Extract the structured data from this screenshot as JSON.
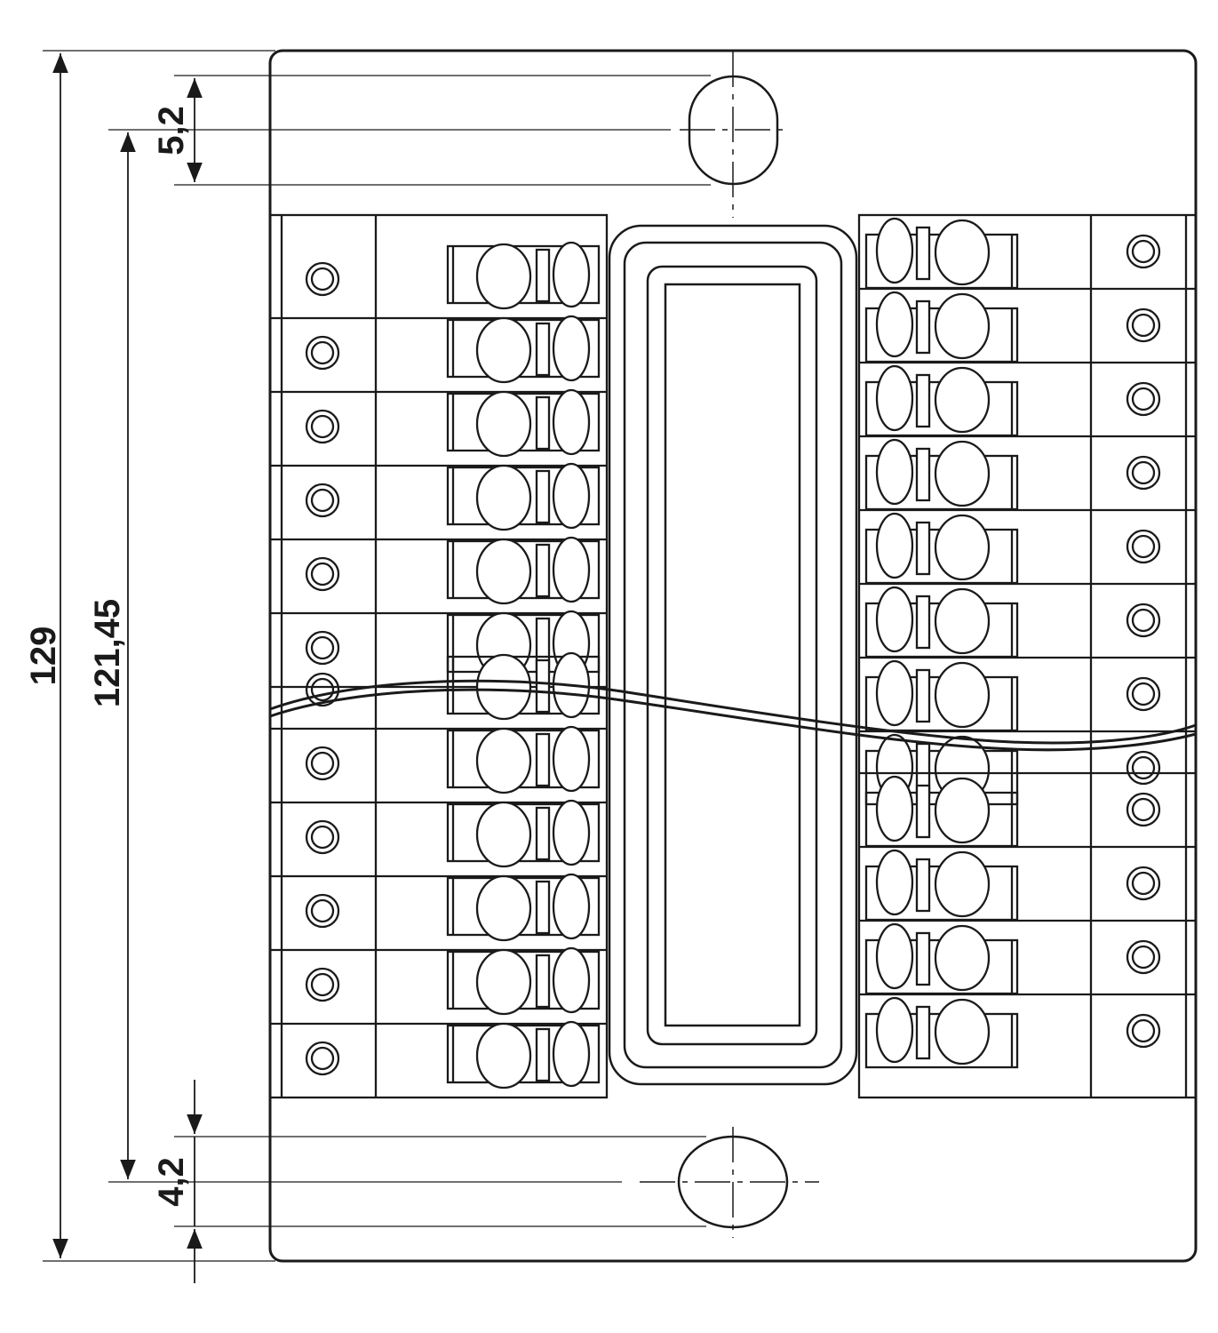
{
  "dimensions": {
    "overall_height": "129",
    "hole_center_distance": "121,45",
    "top_hole_diameter": "5,2",
    "bottom_hole_diameter": "4,2"
  },
  "terminal_block": {
    "rows_top_section": 6,
    "rows_bottom_section": 6,
    "left_column_rows": 12,
    "right_column_rows": 12
  },
  "colors": {
    "stroke": "#1a1a1a",
    "background": "#ffffff"
  }
}
